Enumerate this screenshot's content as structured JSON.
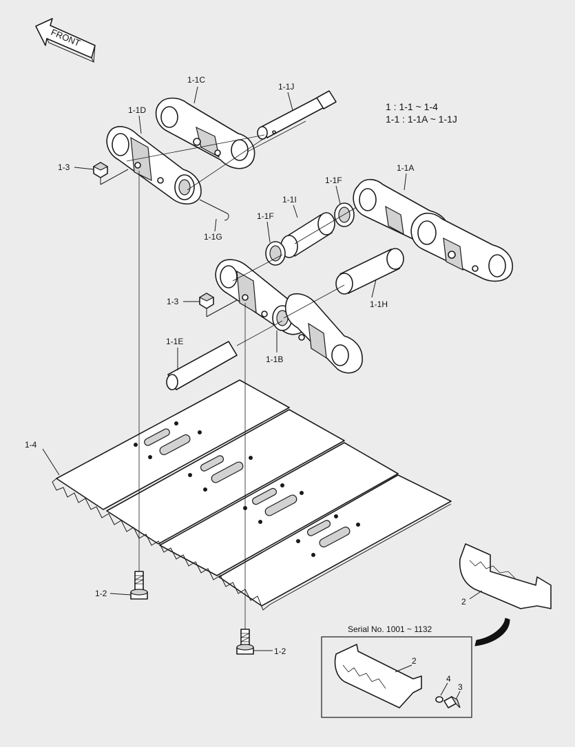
{
  "direction_arrow": {
    "label": "FRONT"
  },
  "legend": {
    "line1": "1 : 1-1 ~ 1-4",
    "line2": "1-1 : 1-1A ~ 1-1J"
  },
  "callouts": {
    "c_1_1C": "1-1C",
    "c_1_1J": "1-1J",
    "c_1_1D": "1-1D",
    "c_1_3_top": "1-3",
    "c_1_1A": "1-1A",
    "c_1_1F_right": "1-1F",
    "c_1_1I": "1-1I",
    "c_1_1F_left": "1-1F",
    "c_1_1G": "1-1G",
    "c_1_3_mid": "1-3",
    "c_1_1H": "1-1H",
    "c_1_1E": "1-1E",
    "c_1_1B": "1-1B",
    "c_1_4": "1-4",
    "c_2": "2",
    "c_1_2_left": "1-2",
    "c_1_2_right": "1-2"
  },
  "inset": {
    "title": "Serial No. 1001 ~ 1132",
    "c_2": "2",
    "c_4": "4",
    "c_3": "3"
  }
}
